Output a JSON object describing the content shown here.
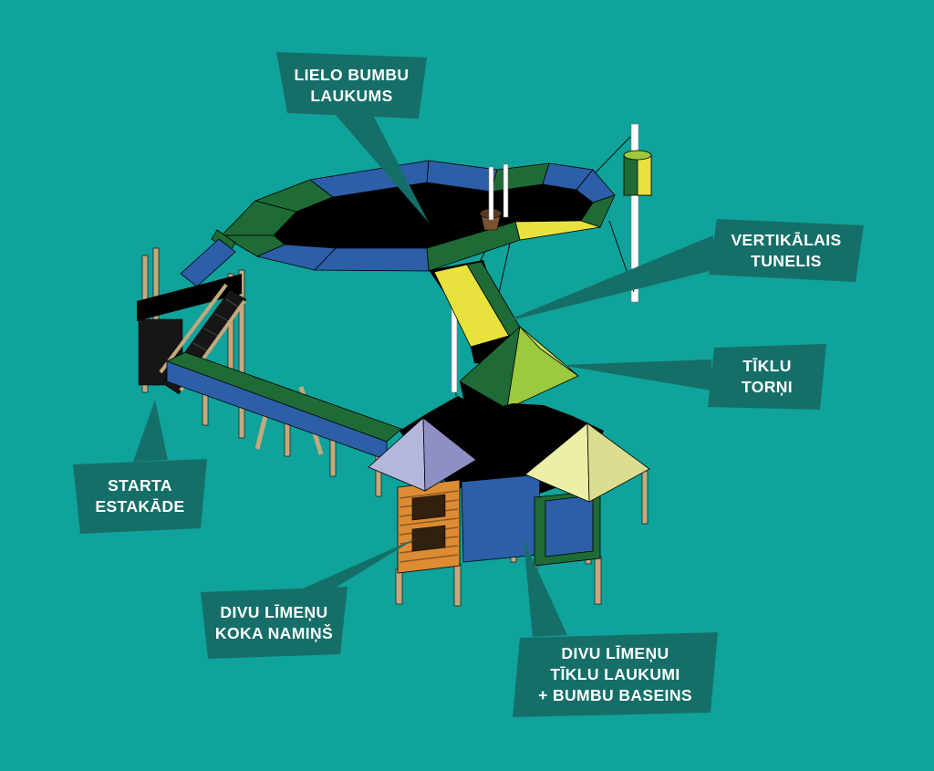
{
  "colors": {
    "bg": "#0FA39B",
    "callout": "#156F68",
    "label_text": "#FFFFFF",
    "blue": "#2D5FA9",
    "green_dark": "#1F6B35",
    "lime": "#9CC93E",
    "lime_light": "#C6DC5A",
    "yellow": "#E8E33C",
    "pale_yellow": "#ECEFA8",
    "pale_yellow_dark": "#DBDE8F",
    "purple_light": "#B5B6DB",
    "purple": "#8E90C5",
    "orange": "#DE8C33",
    "wood": "#C4A97D"
  },
  "labels": [
    {
      "id": "lielo-bumbu-laukums",
      "lines": [
        "LIELO BUMBU",
        "LAUKUMS"
      ]
    },
    {
      "id": "vertikalais-tunelis",
      "lines": [
        "VERTIKĀLAIS",
        "TUNELIS"
      ]
    },
    {
      "id": "tiklu-torni",
      "lines": [
        "TĪKLU",
        "TORŅI"
      ]
    },
    {
      "id": "starta-estakade",
      "lines": [
        "STARTA",
        "ESTAKĀDE"
      ]
    },
    {
      "id": "divu-limenu-koka-namins",
      "lines": [
        "DIVU LĪMEŅU",
        "KOKA NAMIŅŠ"
      ]
    },
    {
      "id": "divu-limenu-tiklu-laukumi",
      "lines": [
        "DIVU LĪMEŅU",
        "TĪKLU LAUKUMI",
        "+ BUMBU BASEINS"
      ]
    }
  ]
}
